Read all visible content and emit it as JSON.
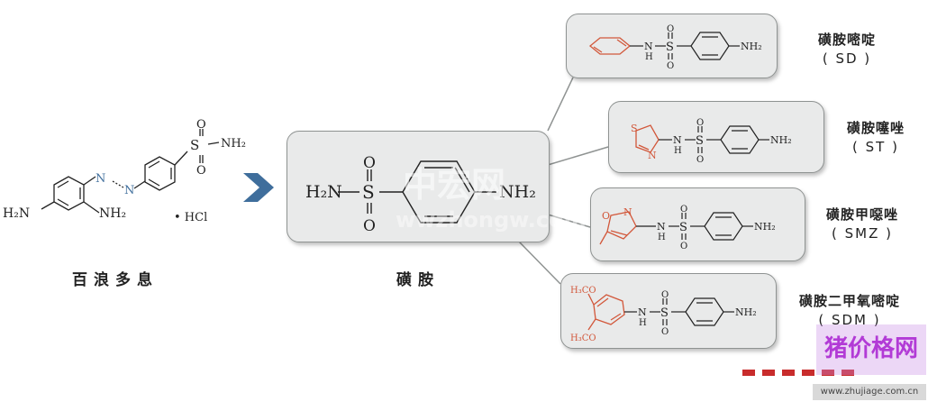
{
  "left": {
    "caption": "百浪多息",
    "labels": {
      "h2n": "H₂N",
      "nh2_bottom": "NH₂",
      "so2nh2": "NH₂",
      "hcl": "• HCl",
      "n1": "N",
      "n2": "N",
      "s": "S",
      "o1": "O",
      "o2": "O"
    }
  },
  "center": {
    "caption": "磺胺",
    "labels": {
      "h2n": "H₂N",
      "s": "S",
      "o_top": "O",
      "o_bottom": "O",
      "nh2": "NH₂"
    }
  },
  "derivatives": [
    {
      "name": "磺胺嘧啶",
      "abbr": "( SD )"
    },
    {
      "name": "磺胺噻唑",
      "abbr": "( ST )"
    },
    {
      "name": "磺胺甲噁唑",
      "abbr": "( SMZ )"
    },
    {
      "name": "磺胺二甲氧嘧啶",
      "abbr": "( SDM )"
    }
  ],
  "common_labels": {
    "nh": "N",
    "h": "H",
    "s": "S",
    "o": "O",
    "nh2": "NH₂",
    "methoxy": "H₃CO"
  },
  "watermarks": {
    "center": "中宏网",
    "center_url": "wwzhongw.com",
    "brand": "猪价格网",
    "brand_url": "www.zhujiage.com.cn"
  },
  "colors": {
    "heterocycle": "#d2573a",
    "box_fill": "#e9eaea",
    "arrow": "#3f6e9c",
    "connector": "#8f9392",
    "brand": "#b23bd6"
  }
}
